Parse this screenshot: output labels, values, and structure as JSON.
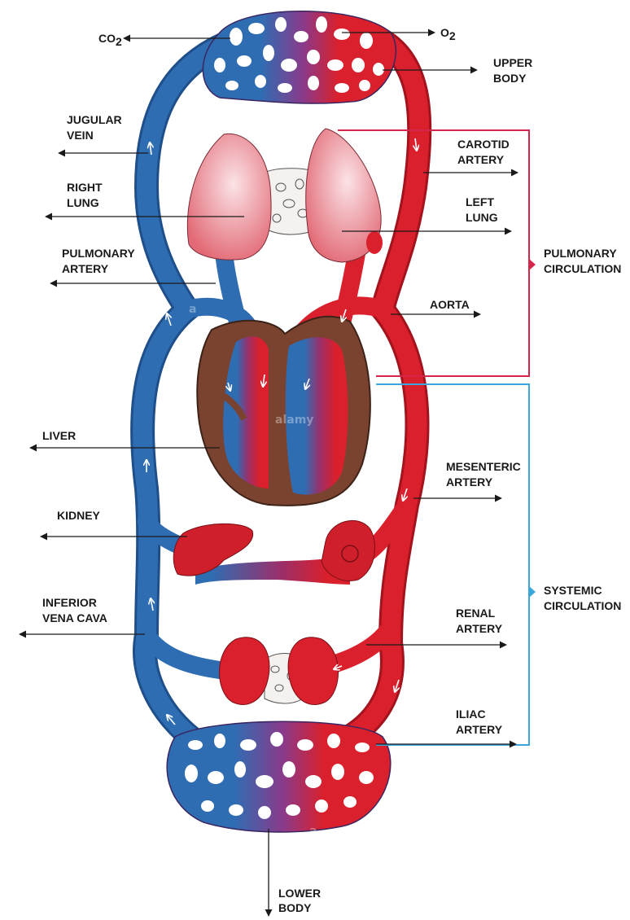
{
  "labels": {
    "co2": "CO",
    "co2_sub": "2",
    "o2": "O",
    "o2_sub": "2",
    "upper_body": [
      "UPPER",
      "BODY"
    ],
    "jugular_vein": [
      "JUGULAR",
      "VEIN"
    ],
    "carotid_artery": [
      "CAROTID",
      "ARTERY"
    ],
    "right_lung": [
      "RIGHT",
      "LUNG"
    ],
    "left_lung": [
      "LEFT",
      "LUNG"
    ],
    "pulmonary_artery": [
      "PULMONARY",
      "ARTERY"
    ],
    "pulmonary_circulation": [
      "PULMONARY",
      "CIRCULATION"
    ],
    "aorta": "AORTA",
    "liver": "LIVER",
    "mesenteric_artery": [
      "MESENTERIC",
      "ARTERY"
    ],
    "kidney": "KIDNEY",
    "inferior_vena_cava": [
      "INFERIOR",
      "VENA CAVA"
    ],
    "renal_artery": [
      "RENAL",
      "ARTERY"
    ],
    "systemic_circulation": [
      "SYSTEMIC",
      "CIRCULATION"
    ],
    "iliac_artery": [
      "ILIAC",
      "ARTERY"
    ],
    "lower_body": [
      "LOWER",
      "BODY"
    ]
  },
  "watermark": {
    "brand": "alamy",
    "mark": "a"
  },
  "colors": {
    "vein_blue": "#2f6db3",
    "artery_red": "#d9202c",
    "heart_brown": "#7a4330",
    "lung_pink": "#ec8a92",
    "pulmonary_bracket": "#d6254a",
    "systemic_bracket": "#3aa7d8",
    "arrow": "#1a1a1a"
  }
}
